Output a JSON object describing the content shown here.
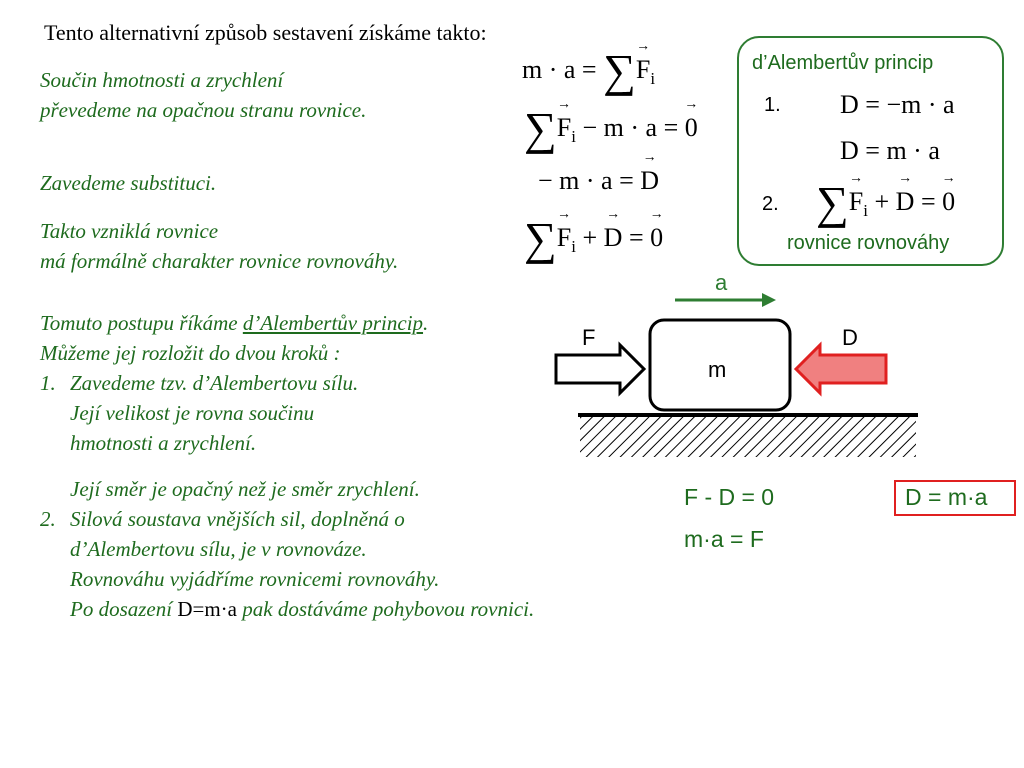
{
  "title": "Tento alternativní způsob sestavení získáme takto:",
  "left_text": {
    "p1_line1": "Součin hmotnosti a zrychlení",
    "p1_line2": "převedeme na opačnou stranu rovnice.",
    "p2": "Zavedeme substituci.",
    "p3_line1": "Takto vzniklá rovnice",
    "p3_line2": "má formálně charakter rovnice rovnováhy.",
    "p4_line1_pre": "Tomuto postupu říkáme ",
    "p4_line1_link": "d’Alembertův princip",
    "p4_line1_post": ".",
    "p4_line2": "Můžeme jej rozložit do dvou kroků :",
    "item1_num": "1.",
    "item1_line1": "Zavedeme tzv. d’Alembertovu sílu.",
    "item1_line2": "Její velikost je rovna součinu",
    "item1_line3": "hmotnosti a zrychlení.",
    "item1_line4": "Její směr je opačný než je směr zrychlení.",
    "item2_num": "2.",
    "item2_line1": "Silová soustava vnějších sil, doplněná o",
    "item2_line2": "d’Alembertovu sílu, je v rovnováze.",
    "item2_line3": "Rovnováhu vyjádříme rovnicemi rovnováhy.",
    "item2_line4_pre": "Po dosazení ",
    "item2_line4_formula": "D=m·a",
    "item2_line4_post": " pak dostáváme pohybovou rovnici."
  },
  "equations": {
    "e1_lhs": "m · a",
    "e1_rhs": "F",
    "e2_mid": "m · a",
    "e3_lhs": "m · a",
    "e3_rhs": "D",
    "e4_d": "D",
    "sym_eq": "=",
    "sym_minus": "−",
    "sym_plus": "+",
    "sym_sum": "∑",
    "sub_i": "i",
    "zero": "0"
  },
  "principle_box": {
    "title": "d’Alembertův princip",
    "step1_num": "1.",
    "step1_eq_a": "D = −m · a",
    "step1_eq_b": "D = m · a",
    "step2_num": "2.",
    "step2_eq": "F",
    "footer": "rovnice rovnováhy"
  },
  "diagram": {
    "label_a": "a",
    "label_F": "F",
    "label_D": "D",
    "label_m": "m",
    "colors": {
      "accel_arrow": "#2e7d32",
      "d_arrow_fill": "#f08080",
      "d_arrow_stroke": "#e02020"
    }
  },
  "results": {
    "eq1": "F - D = 0",
    "eq2": "m·a = F",
    "boxed": "D = m·a"
  }
}
